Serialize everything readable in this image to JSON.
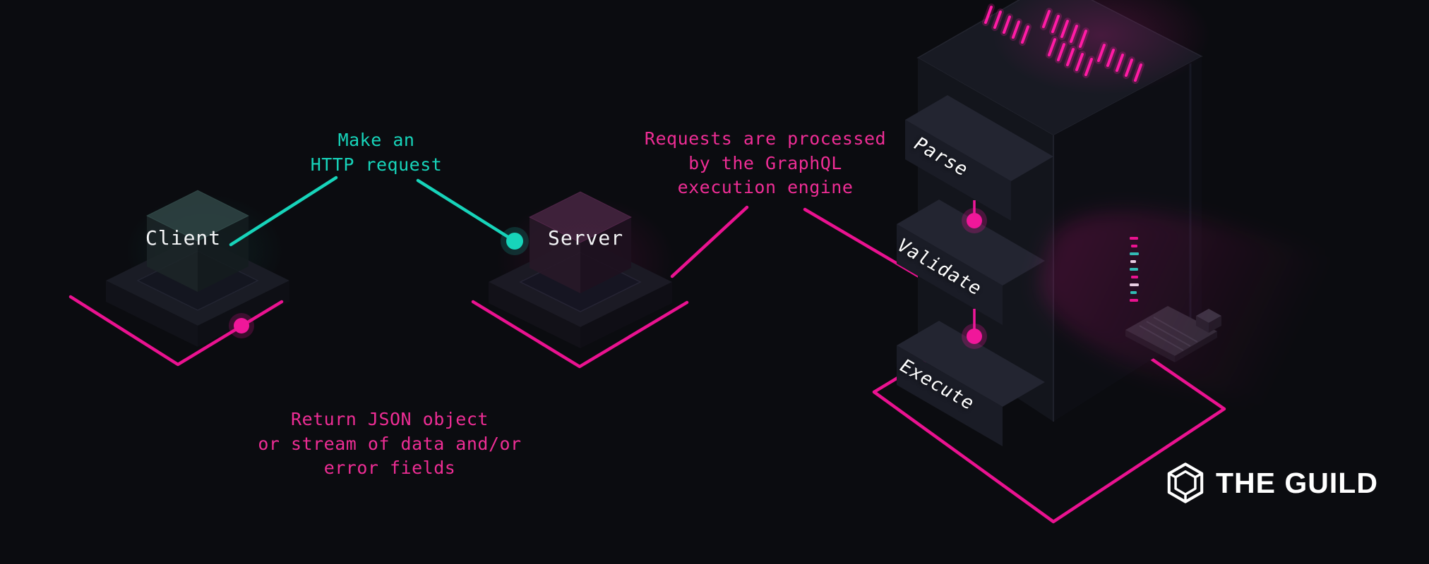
{
  "colors": {
    "background": "#0b0c10",
    "teal": "#17d4ba",
    "pink": "#ea1290",
    "led_pink": "#ff1ba5",
    "label_white": "#f4f5f7"
  },
  "nodes": {
    "client": {
      "label": "Client"
    },
    "server": {
      "label": "Server"
    }
  },
  "annotations": {
    "http_request": {
      "text": "Make an\nHTTP request"
    },
    "engine": {
      "text": "Requests are processed\nby the GraphQL\nexecution engine"
    },
    "response": {
      "text": "Return JSON object\nor stream of data and/or\nerror fields"
    }
  },
  "engine": {
    "steps": [
      {
        "label": "Parse"
      },
      {
        "label": "Validate"
      },
      {
        "label": "Execute"
      }
    ]
  },
  "brand": {
    "name": "THE GUILD"
  }
}
